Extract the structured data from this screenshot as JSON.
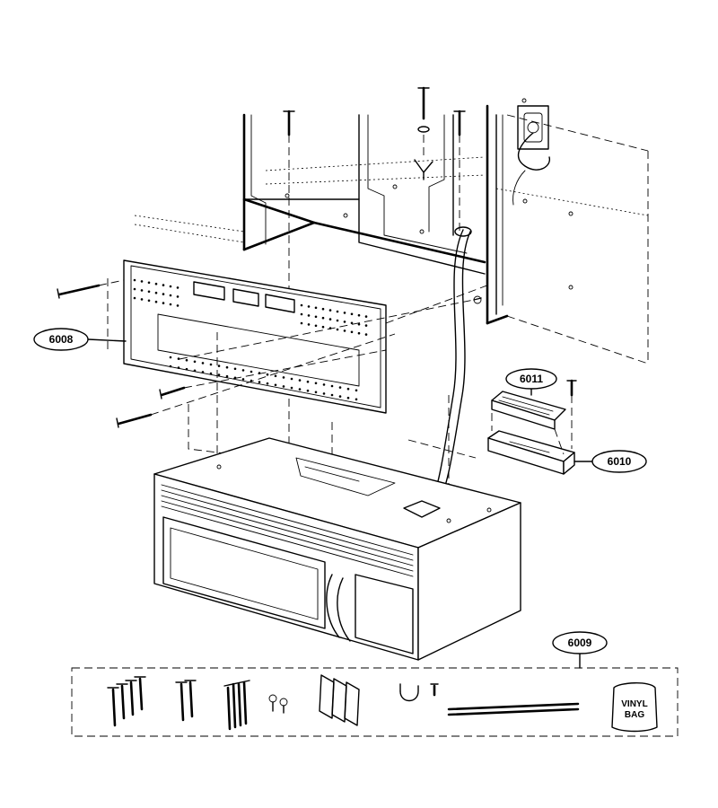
{
  "callouts": {
    "c6008": "6008",
    "c6009": "6009",
    "c6010": "6010",
    "c6011": "6011"
  },
  "vinyl_bag": {
    "line1": "VINYL",
    "line2": "BAG"
  }
}
